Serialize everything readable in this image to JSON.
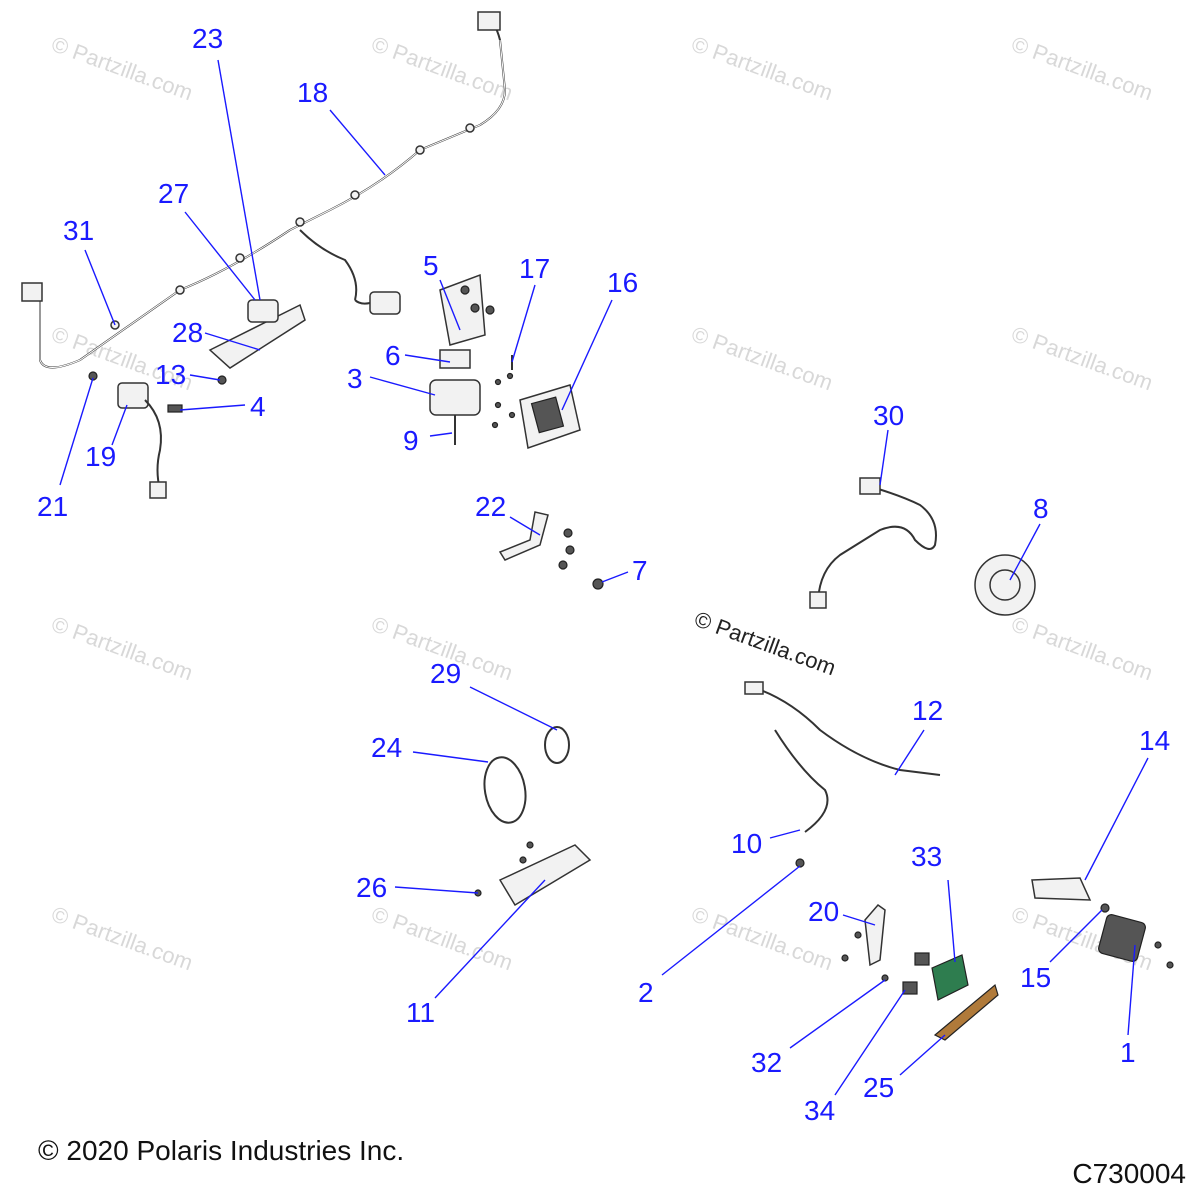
{
  "watermark": {
    "text": "© Partzilla.com",
    "main_text": "© Partzilla.com"
  },
  "footer": {
    "copyright": "© 2020 Polaris Industries Inc.",
    "drawing_code": "C730004"
  },
  "callouts": {
    "c1": "1",
    "c2": "2",
    "c3": "3",
    "c4": "4",
    "c5": "5",
    "c6": "6",
    "c7": "7",
    "c8": "8",
    "c9": "9",
    "c10": "10",
    "c11": "11",
    "c12": "12",
    "c13": "13",
    "c14": "14",
    "c15": "15",
    "c16": "16",
    "c17": "17",
    "c18": "18",
    "c19": "19",
    "c20": "20",
    "c21": "21",
    "c22": "22",
    "c23": "23",
    "c24": "24",
    "c25": "25",
    "c26": "26",
    "c27": "27",
    "c28": "28",
    "c29": "29",
    "c30": "30",
    "c31": "31",
    "c32": "32",
    "c33": "33",
    "c34": "34"
  },
  "colors": {
    "callout": "#1a1aff",
    "line_art": "#333333",
    "watermark": "#d8d8d8",
    "part_33": "#2e7d4f",
    "part_25": "#b07a3a"
  }
}
